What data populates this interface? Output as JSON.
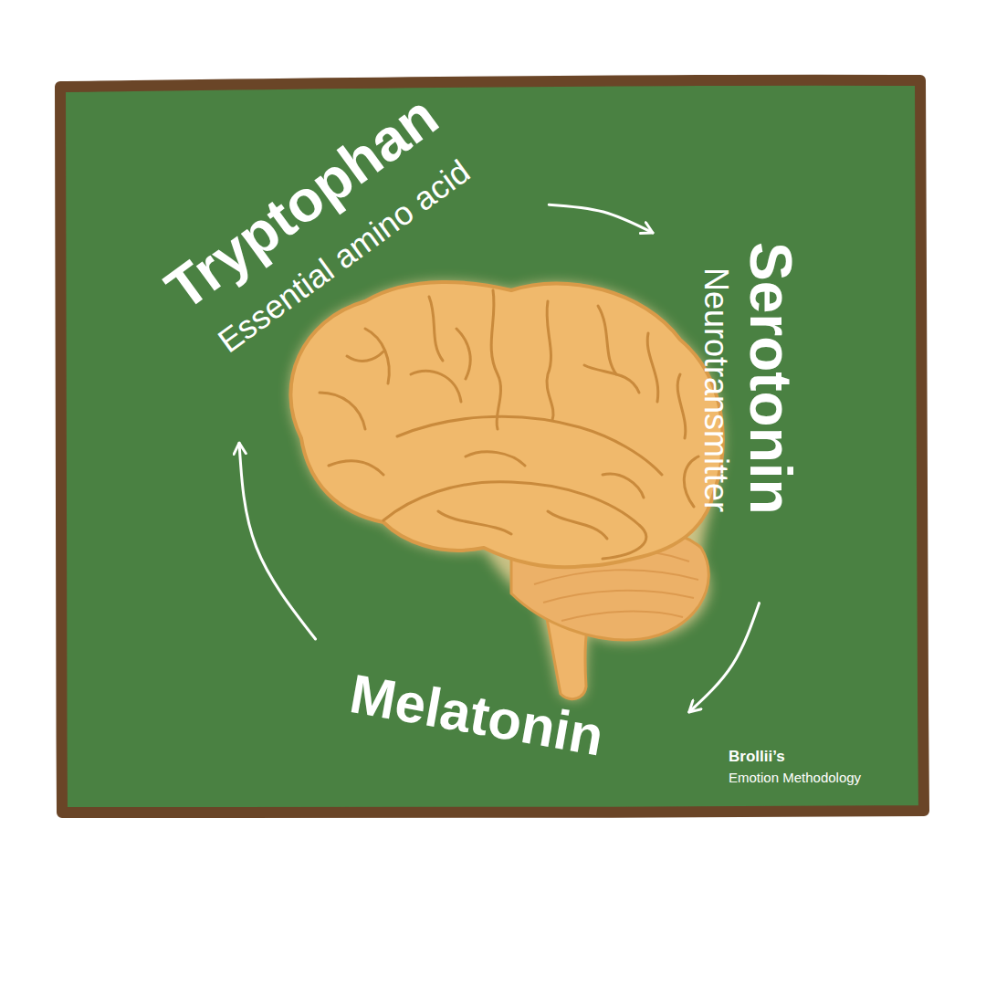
{
  "diagram": {
    "nodes": [
      {
        "text": [
          "Tryptophan",
          "Essential amino acid"
        ]
      },
      {
        "text": [
          "Serotonin",
          "Neurotransmitter"
        ]
      },
      {
        "text": [
          "Melatonin"
        ]
      }
    ],
    "edges": [
      {
        "from": 0,
        "to": 1,
        "arrow": "to"
      },
      {
        "from": 1,
        "to": 2,
        "arrow": "to"
      },
      {
        "from": 2,
        "to": 0,
        "arrow": "to"
      }
    ],
    "labels": [
      "Brollii’s",
      "Emotion Methodology"
    ]
  }
}
